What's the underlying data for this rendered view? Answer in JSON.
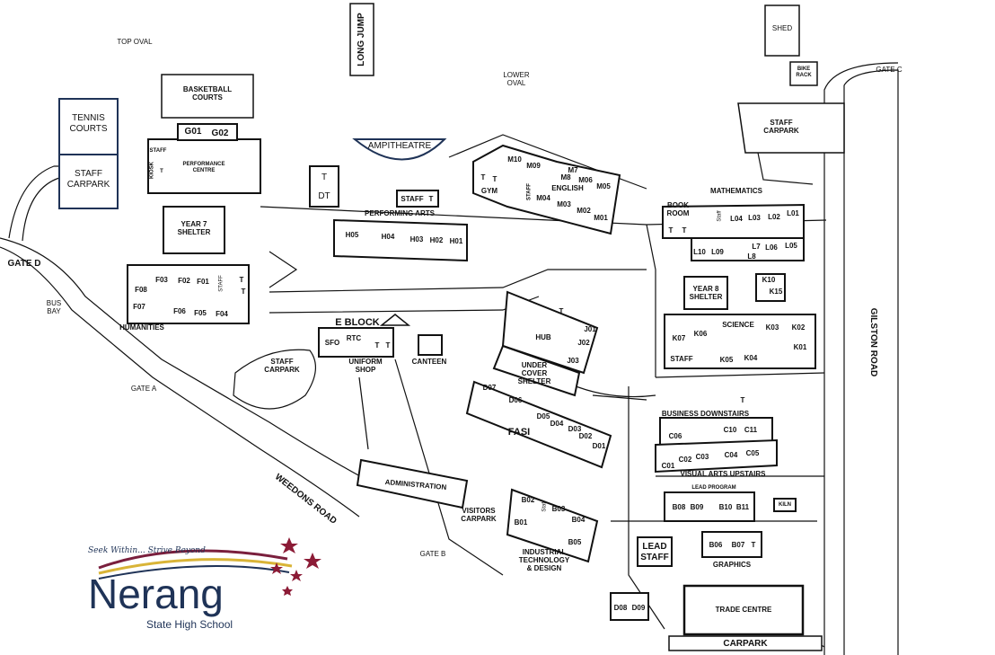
{
  "colors": {
    "ink": "#111111",
    "navy": "#1f3357",
    "maroon": "#7a1f3d",
    "gold": "#d9b437",
    "star": "#8c1b36"
  },
  "areas": {
    "top_oval": "TOP OVAL",
    "long_jump": "LONG JUMP",
    "lower_oval": "LOWER\nOVAL",
    "shed": "SHED",
    "bike_rack": "BIKE\nRACK",
    "gate_c": "GATE C",
    "basketball_courts": "BASKETBALL\nCOURTS",
    "tennis_courts": "TENNIS\nCOURTS",
    "staff_carpark_west": "STAFF\nCARPARK",
    "staff_carpark_east": "STAFF\nCARPARK",
    "g01": "G01",
    "g02": "G02",
    "performance_centre": "PERFORMANCE\nCENTRE",
    "perf_staff": "STAFF",
    "perf_kiosk": "KIOSK",
    "perf_t": "T",
    "amphitheatre": "AMPITHEATRE",
    "t_block_t": "T",
    "dt": "DT",
    "gate_d": "GATE D",
    "bus_bay": "BUS\nBAY",
    "year7_shelter": "YEAR 7\nSHELTER",
    "staff_perf": "STAFF",
    "staff_perf_t": "T",
    "performing_arts": "PERFORMING ARTS",
    "h_rooms": [
      "H05",
      "H04",
      "H03",
      "H02",
      "H01"
    ],
    "m_rooms": [
      "M10",
      "M09",
      "M7",
      "M8",
      "M06",
      "M05",
      "M04",
      "M03",
      "M02",
      "M01"
    ],
    "gym": "GYM",
    "gym_t1": "T",
    "gym_t2": "T",
    "english": "ENGLISH",
    "english_staff": "STAFF",
    "book_room": "BOOK\nROOM",
    "book_t1": "T",
    "book_t2": "T",
    "mathematics": "MATHEMATICS",
    "maths_staff": "Staff",
    "l_rooms": [
      "L04",
      "L03",
      "L02",
      "L01",
      "L10",
      "L09",
      "L7",
      "L8",
      "L06",
      "L05"
    ],
    "humanities": "HUMANITIES",
    "f_rooms": [
      "F03",
      "F02",
      "F01",
      "F08",
      "F07",
      "F06",
      "F05",
      "F04"
    ],
    "f_staff": "STAFF",
    "f_t1": "T",
    "f_t2": "T",
    "e_block": "E BLOCK",
    "sfo": "SFO",
    "rtc": "RTC",
    "e_t1": "T",
    "e_t2": "T",
    "uniform_shop": "UNIFORM\nSHOP",
    "canteen": "CANTEEN",
    "hub": "HUB",
    "hub_t": "T",
    "j_rooms": [
      "J01",
      "J02",
      "J03"
    ],
    "year8_shelter": "YEAR 8\nSHELTER",
    "k10": "K10",
    "k15": "K15",
    "science": "SCIENCE",
    "k_rooms": [
      "K07",
      "K06",
      "K03",
      "K02",
      "K01",
      "K05",
      "K04"
    ],
    "k_staff": "STAFF",
    "gilston_road": "GILSTON ROAD",
    "staff_carpark_mid": "STAFF\nCARPARK",
    "gate_a": "GATE A",
    "under_cover_shelter": "UNDER\nCOVER\nSHELTER",
    "fasi": "FASI",
    "d_rooms": [
      "D07",
      "D06",
      "D05",
      "D04",
      "D03",
      "D02",
      "D01"
    ],
    "business_downstairs": "BUSINESS DOWNSTAIRS",
    "business_t": "T",
    "c_rooms": [
      "C06",
      "C10",
      "C11",
      "C02",
      "C03",
      "C04",
      "C05",
      "C01"
    ],
    "visual_arts_upstairs": "VISUAL ARTS UPSTAIRS",
    "lead_program": "LEAD PROGRAM",
    "b_rooms_lead": [
      "B08",
      "B09",
      "B10",
      "B11"
    ],
    "kiln": "KILN",
    "weedons_road": "WEEDONS ROAD",
    "administration": "ADMINISTRATION",
    "visitors_carpark": "VISITORS\nCARPARK",
    "b_rooms_indtech": [
      "B02",
      "B03",
      "B01",
      "B04",
      "B05"
    ],
    "indtech_staff": "Staff",
    "industrial_tech": "INDUSTRIAL\nTECHNOLOGY\n& DESIGN",
    "gate_b": "GATE B",
    "lead_staff": "LEAD\nSTAFF",
    "graphics_rooms": [
      "B06",
      "B07"
    ],
    "graphics_t": "T",
    "graphics": "GRAPHICS",
    "d08": "D08",
    "d09": "D09",
    "trade_centre": "TRADE CENTRE",
    "carpark": "CARPARK"
  },
  "logo": {
    "tagline": "Seek Within... Strive Beyond",
    "name": "Nerang",
    "subtitle": "State High School"
  }
}
